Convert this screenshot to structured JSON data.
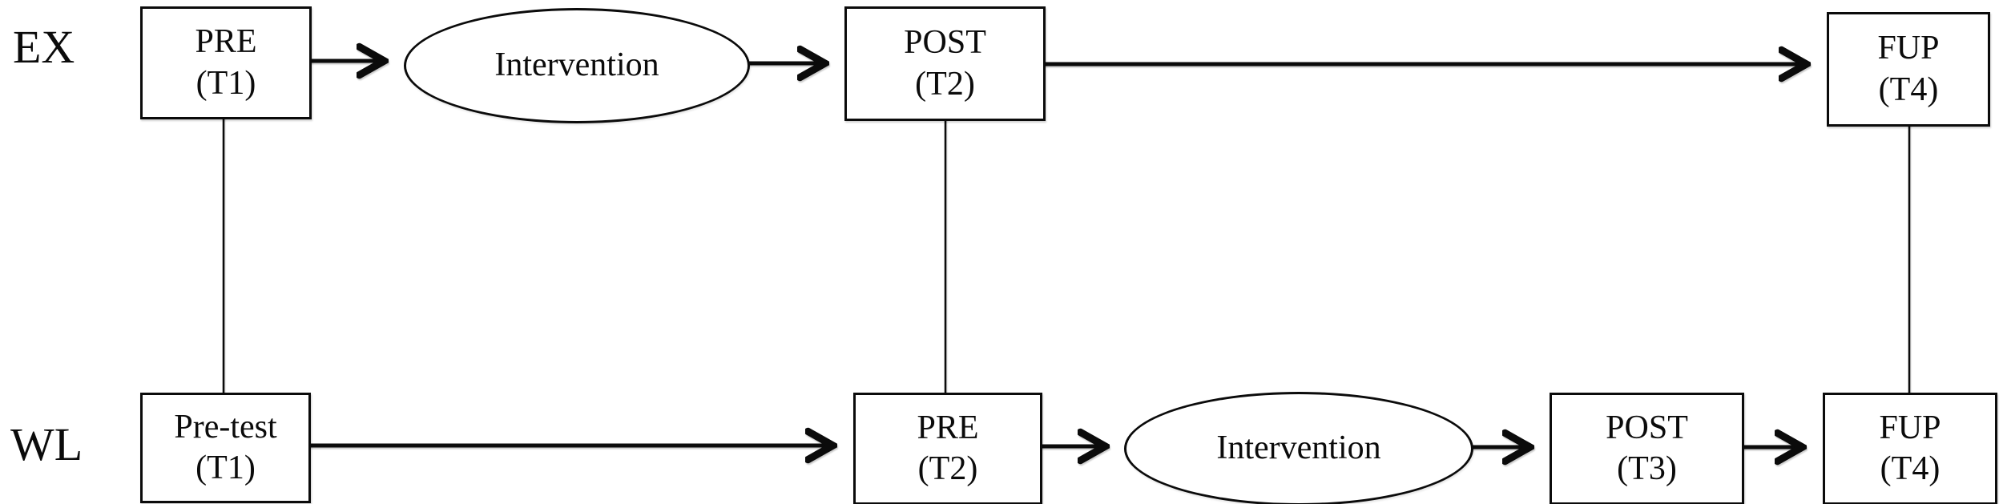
{
  "colors": {
    "line": "#0b0b0b",
    "background": "#ffffff"
  },
  "rows": [
    {
      "label": "EX",
      "nodes": [
        {
          "shape": "box",
          "line1": "PRE",
          "line2": "(T1)"
        },
        {
          "shape": "ellipse",
          "text": "Intervention"
        },
        {
          "shape": "box",
          "line1": "POST",
          "line2": "(T2)"
        },
        {
          "shape": "box",
          "line1": "FUP",
          "line2": "(T4)"
        }
      ]
    },
    {
      "label": "WL",
      "nodes": [
        {
          "shape": "box",
          "line1": "Pre-test",
          "line2": "(T1)"
        },
        {
          "shape": "box",
          "line1": "PRE",
          "line2": "(T2)"
        },
        {
          "shape": "ellipse",
          "text": "Intervention"
        },
        {
          "shape": "box",
          "line1": "POST",
          "line2": "(T3)"
        },
        {
          "shape": "box",
          "line1": "FUP",
          "line2": "(T4)"
        }
      ]
    }
  ],
  "edges": [
    {
      "from": "EX PRE (T1)",
      "to": "EX Intervention",
      "type": "arrow"
    },
    {
      "from": "EX Intervention",
      "to": "EX POST (T2)",
      "type": "arrow"
    },
    {
      "from": "EX POST (T2)",
      "to": "EX FUP (T4)",
      "type": "arrow"
    },
    {
      "from": "WL Pre-test (T1)",
      "to": "WL PRE (T2)",
      "type": "arrow"
    },
    {
      "from": "WL PRE (T2)",
      "to": "WL Intervention",
      "type": "arrow"
    },
    {
      "from": "WL Intervention",
      "to": "WL POST (T3)",
      "type": "arrow"
    },
    {
      "from": "WL POST (T3)",
      "to": "WL FUP (T4)",
      "type": "arrow"
    },
    {
      "from": "EX PRE (T1)",
      "to": "WL Pre-test (T1)",
      "type": "line"
    },
    {
      "from": "EX POST (T2)",
      "to": "WL PRE (T2)",
      "type": "line"
    },
    {
      "from": "EX FUP (T4)",
      "to": "WL FUP (T4)",
      "type": "line"
    }
  ]
}
